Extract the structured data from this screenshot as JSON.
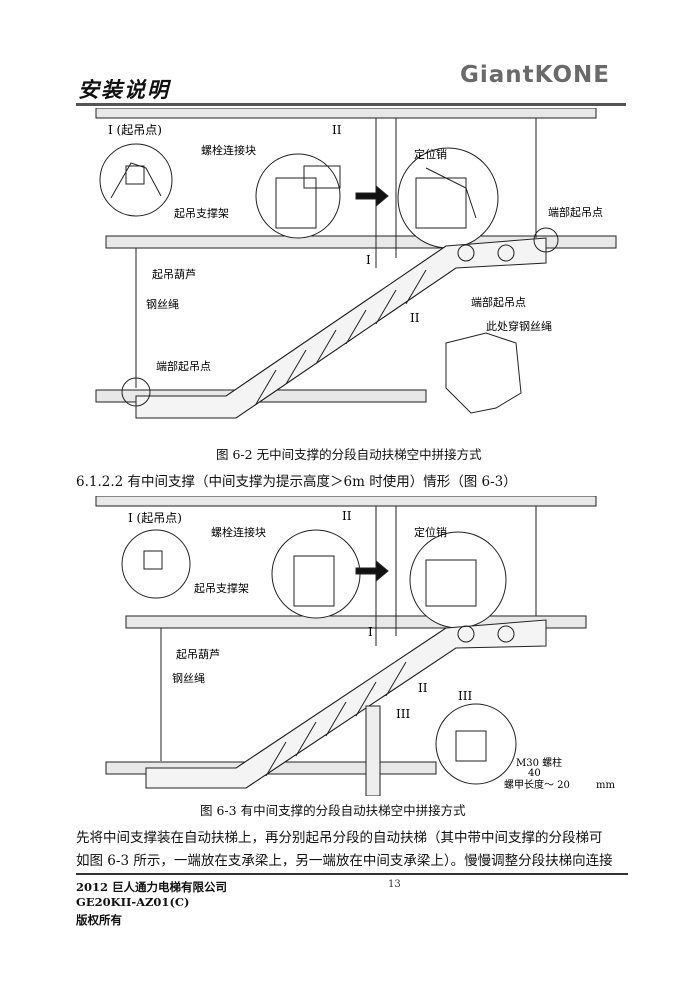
{
  "header": {
    "title": "安装说明",
    "logo": "GiantKONE"
  },
  "figure1": {
    "labels": {
      "detail_i": "I (起吊点)",
      "detail_ii": "II",
      "bolt_block": "螺栓连接块",
      "locating_pin": "定位销",
      "lifting_frame": "起吊支撑架",
      "end_lift_point_right": "端部起吊点",
      "hoist": "起吊葫芦",
      "wire_rope": "钢丝绳",
      "end_lift_point_left": "端部起吊点",
      "marker_i": "I",
      "marker_ii": "II",
      "end_lift_point_detail": "端部起吊点",
      "rope_here": "此处穿钢丝绳"
    },
    "caption": "图  6-2  无中间支撑的分段自动扶梯空中拼接方式"
  },
  "section_heading": "6.1.2.2   有中间支撑（中间支撑为提示高度＞6m 时使用）情形（图 6-3）",
  "figure2": {
    "labels": {
      "detail_i": "I (起吊点)",
      "detail_ii": "II",
      "bolt_block": "螺栓连接块",
      "locating_pin": "定位销",
      "lifting_frame": "起吊支撑架",
      "hoist": "起吊葫芦",
      "wire_rope": "钢丝绳",
      "marker_i": "I",
      "marker_ii": "II",
      "marker_iii": "III",
      "detail_iii": "III",
      "bolt_m30": "M30 螺柱",
      "dim_40": "40",
      "dim_text": "螺甲长度～ 20",
      "dim_unit": "mm"
    },
    "caption": "图  6-3  有中间支撑的分段自动扶梯空中拼接方式"
  },
  "paragraph": [
    "先将中间支撑装在自动扶梯上，再分别起吊分段的自动扶梯（其中带中间支撑的分段梯可",
    "如图 6-3 所示，一端放在支承梁上，另一端放在中间支承梁上）。慢慢调整分段扶梯向连接"
  ],
  "footer": {
    "company": "2012  巨人通力电梯有限公司",
    "doc_code": "GE20KII-AZ01(C)",
    "rights": "版权所有",
    "page_number": "13"
  }
}
